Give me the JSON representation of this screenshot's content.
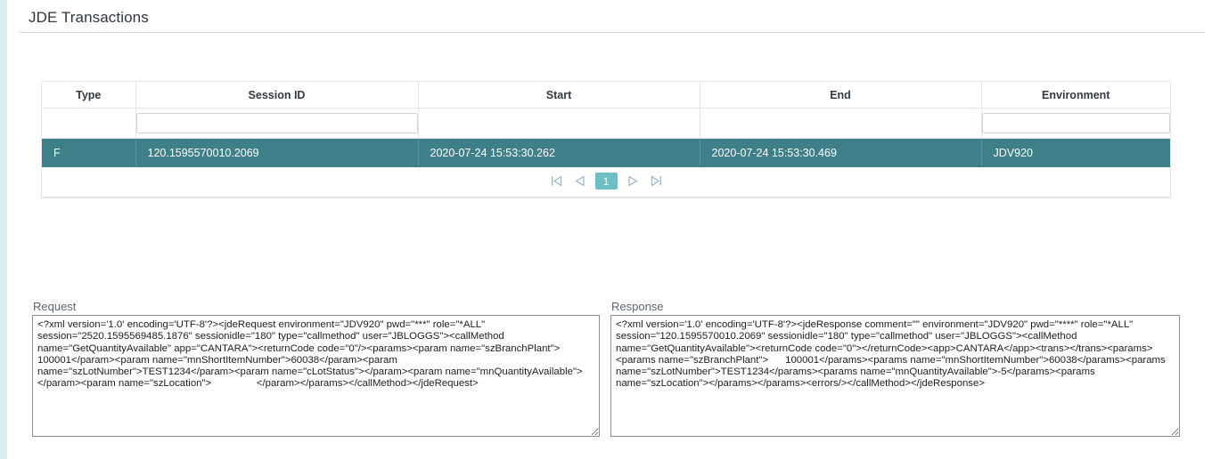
{
  "page": {
    "title": "JDE Transactions",
    "accent_strip_color": "#d8eef2",
    "selected_row_color": "#3e8089",
    "pager_active_color": "#6fbec5"
  },
  "grid": {
    "columns": [
      {
        "key": "type",
        "label": "Type"
      },
      {
        "key": "session_id",
        "label": "Session ID"
      },
      {
        "key": "start",
        "label": "Start"
      },
      {
        "key": "end",
        "label": "End"
      },
      {
        "key": "environment",
        "label": "Environment"
      }
    ],
    "filters": [
      {
        "column": "type",
        "has_input": false,
        "value": "",
        "placeholder": ""
      },
      {
        "column": "session_id",
        "has_input": true,
        "value": "",
        "placeholder": ""
      },
      {
        "column": "start",
        "has_input": false,
        "value": "",
        "placeholder": ""
      },
      {
        "column": "end",
        "has_input": false,
        "value": "",
        "placeholder": ""
      },
      {
        "column": "environment",
        "has_input": true,
        "value": "",
        "placeholder": ""
      }
    ],
    "rows": [
      {
        "selected": true,
        "type": "F",
        "session_id": "120.1595570010.2069",
        "start": "2020-07-24 15:53:30.262",
        "end": "2020-07-24 15:53:30.469",
        "environment": "JDV920"
      }
    ],
    "pager": {
      "first_icon": "first-page-icon",
      "prev_icon": "previous-page-icon",
      "next_icon": "next-page-icon",
      "last_icon": "last-page-icon",
      "current_page": "1"
    }
  },
  "request": {
    "label": "Request",
    "value": "<?xml version='1.0' encoding='UTF-8'?><jdeRequest environment=\"JDV920\" pwd=\"***\" role=\"*ALL\" session=\"2520.1595569485.1876\" sessionidle=\"180\" type=\"callmethod\" user=\"JBLOGGS\"><callMethod name=\"GetQuantityAvailable\" app=\"CANTARA\"><returnCode code=\"0\"/><params><param name=\"szBranchPlant\">        100001</param><param name=\"mnShortItemNumber\">60038</param><param name=\"szLotNumber\">TEST1234</param><param name=\"cLotStatus\"></param><param name=\"mnQuantityAvailable\"></param><param name=\"szLocation\">                </param></params></callMethod></jdeRequest>"
  },
  "response": {
    "label": "Response",
    "value": "<?xml version='1.0' encoding='UTF-8'?><jdeResponse comment=\"\" environment=\"JDV920\" pwd=\"****\" role=\"*ALL\" session=\"120.1595570010.2069\" sessionidle=\"180\" type=\"callmethod\" user=\"JBLOGGS\"><callMethod name=\"GetQuantityAvailable\"><returnCode code=\"0\"></returnCode><app>CANTARA</app><trans></trans><params><params name=\"szBranchPlant\">      100001</params><params name=\"mnShortItemNumber\">60038</params><params name=\"szLotNumber\">TEST1234</params><params name=\"mnQuantityAvailable\">-5</params><params name=\"szLocation\"></params></params><errors/></callMethod></jdeResponse>"
  }
}
